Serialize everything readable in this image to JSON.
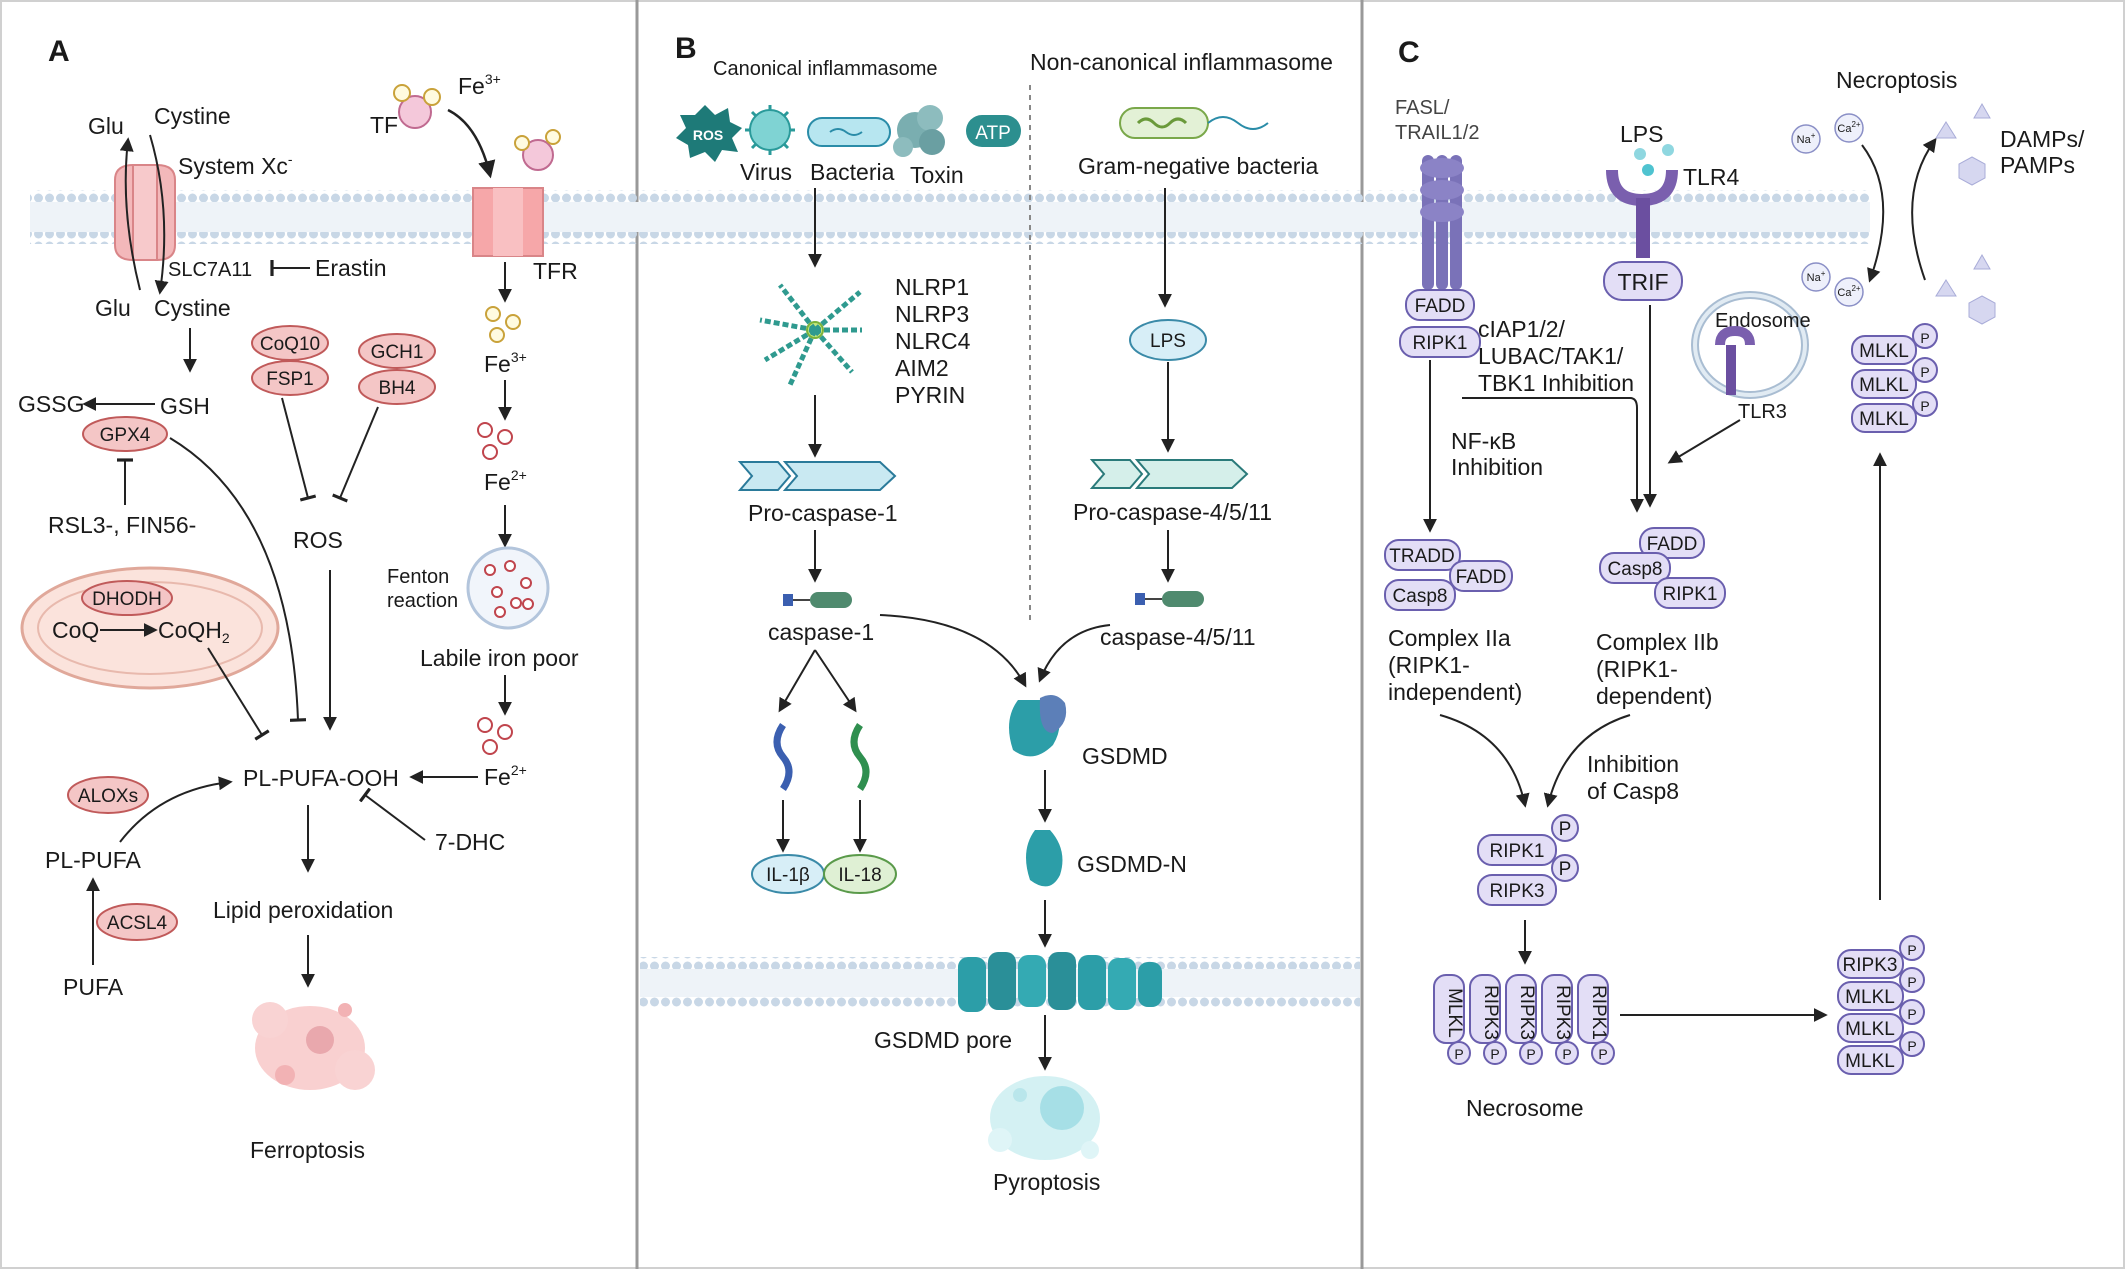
{
  "panels": {
    "a": {
      "letter": "A",
      "labels": {
        "glu_top": "Glu",
        "cystine_top": "Cystine",
        "system_xc": "System Xc",
        "system_xc_sup": "-",
        "slc7a11": "SLC7A11",
        "erastin": "Erastin",
        "glu_bottom": "Glu",
        "cystine_bottom": "Cystine",
        "gssg": "GSSG",
        "gsh": "GSH",
        "gpx4": "GPX4",
        "rsl3": "RSL3-, FIN56-",
        "coq10": "CoQ10",
        "fsp1": "FSP1",
        "gch1": "GCH1",
        "bh4": "BH4",
        "ros": "ROS",
        "dhodh": "DHODH",
        "coq": "CoQ",
        "coqh2": "CoQH",
        "coqh2_sub": "2",
        "tf": "TF",
        "fe3_top": "Fe",
        "fe3_top_sup": "3+",
        "tfr": "TFR",
        "fe3_mid": "Fe",
        "fe3_mid_sup": "3+",
        "fe2_mid": "Fe",
        "fe2_mid_sup": "2+",
        "fenton": "Fenton",
        "reaction": "reaction",
        "labile": "Labile iron poor",
        "fe2_bottom": "Fe",
        "fe2_bottom_sup": "2+",
        "plpufaooh": "PL-PUFA-OOH",
        "alox": "ALOXs",
        "plpufa": "PL-PUFA",
        "acsl4": "ACSL4",
        "pufa": "PUFA",
        "dhc": "7-DHC",
        "lipid": "Lipid peroxidation",
        "ferroptosis": "Ferroptosis"
      }
    },
    "b": {
      "letter": "B",
      "labels": {
        "canonical": "Canonical inflammasome",
        "noncanonical": "Non-canonical inflammasome",
        "ros": "ROS",
        "atp": "ATP",
        "virus": "Virus",
        "bacteria": "Bacteria",
        "toxin": "Toxin",
        "gramneg": "Gram-negative bacteria",
        "nlrp1": "NLRP1",
        "nlrp3": "NLRP3",
        "nlrc4": "NLRC4",
        "aim2": "AIM2",
        "pyrin": "PYRIN",
        "lps": "LPS",
        "procasp1": "Pro-caspase-1",
        "procasp4": "Pro-caspase-4/5/11",
        "casp1": "caspase-1",
        "casp4": "caspase-4/5/11",
        "il1b": "IL-1β",
        "il18": "IL-18",
        "gsdmd": "GSDMD",
        "gsdmdn": "GSDMD-N",
        "pore": "GSDMD pore",
        "pyroptosis": "Pyroptosis"
      }
    },
    "c": {
      "letter": "C",
      "labels": {
        "fasl1": "FASL/",
        "fasl2": "TRAIL1/2",
        "lps": "LPS",
        "tlr4": "TLR4",
        "trif": "TRIF",
        "fadd": "FADD",
        "ripk1": "RIPK1",
        "ciap1": "cIAP1/2/",
        "ciap2": "LUBAC/TAK1/",
        "ciap3": "TBK1 Inhibition",
        "endosome": "Endosome",
        "tlr3": "TLR3",
        "nfkb1": "NF-κB",
        "nfkb2": "Inhibition",
        "tradd": "TRADD",
        "casp8": "Casp8",
        "c2a1": "Complex IIa",
        "c2a2": "(RIPK1-",
        "c2a3": "independent)",
        "c2b1": "Complex IIb",
        "c2b2": "(RIPK1-",
        "c2b3": "dependent)",
        "inh1": "Inhibition",
        "inh2": "of Casp8",
        "ripk3": "RIPK3",
        "p": "P",
        "mlkl": "MLKL",
        "necrosome": "Necrosome",
        "necroptosis": "Necroptosis",
        "na": "Na",
        "na_sup": "+",
        "ca": "Ca",
        "ca_sup": "2+",
        "damps1": "DAMPs/",
        "damps2": "PAMPs"
      }
    }
  }
}
